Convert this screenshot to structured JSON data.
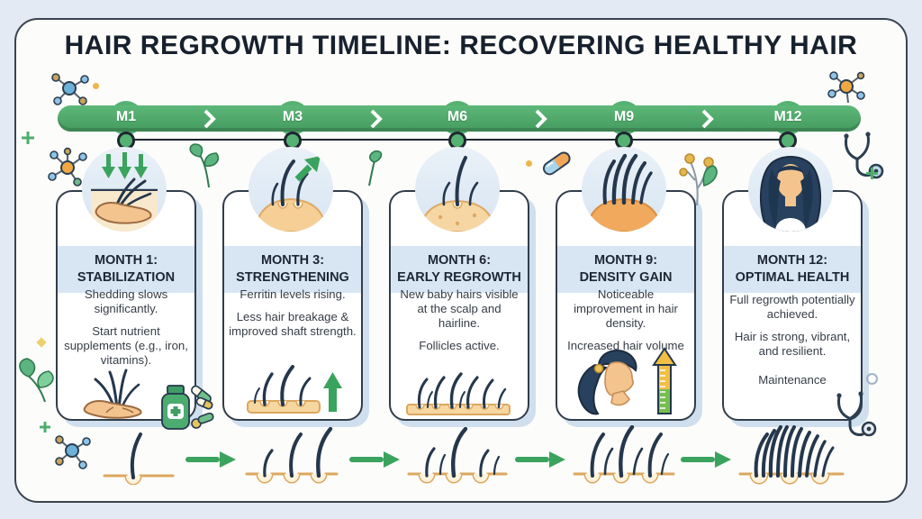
{
  "title": "HAIR REGROWTH TIMELINE: RECOVERING HEALTHY HAIR",
  "timeline": {
    "milestones": [
      {
        "label": "M1"
      },
      {
        "label": "M3"
      },
      {
        "label": "M6"
      },
      {
        "label": "M9"
      },
      {
        "label": "M12"
      }
    ]
  },
  "cards": [
    {
      "month": "MONTH 1:",
      "phase": "STABILIZATION",
      "paragraphs": [
        "Shedding slows significantly.",
        "Start nutrient supplements (e.g., iron, vitamins)."
      ]
    },
    {
      "month": "MONTH 3:",
      "phase": "STRENGTHENING",
      "paragraphs": [
        "Ferritin levels rising.",
        "Less hair breakage & improved shaft strength."
      ]
    },
    {
      "month": "MONTH 6:",
      "phase": "EARLY REGROWTH",
      "paragraphs": [
        "New baby hairs visible at the scalp and hairline.",
        "Follicles active."
      ]
    },
    {
      "month": "MONTH 9:",
      "phase": "DENSITY GAIN",
      "paragraphs": [
        "Noticeable improvement in hair density.",
        "Increased hair volume"
      ]
    },
    {
      "month": "MONTH 12:",
      "phase": "OPTIMAL HEALTH",
      "paragraphs": [
        "Full regrowth potentially achieved.",
        "Hair is strong, vibrant, and resilient.",
        "Maintenance"
      ]
    }
  ],
  "colors": {
    "accent_green": "#3aa35d",
    "bar_green": "#4fae6c",
    "navy": "#1b2836",
    "header_band_blue": "#d8e6f4",
    "skin_tan": "#f6d7a4",
    "card_shadow_blue": "#cfdfee",
    "background": "#e4eaf4",
    "panel": "#fcfcfa"
  }
}
